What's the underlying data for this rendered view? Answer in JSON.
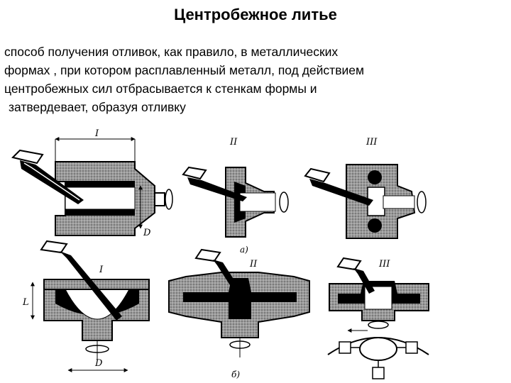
{
  "title": "Центробежное литье",
  "definition_lines": [
    "способ получения отливок, как правило, в металлических",
    "формах , при котором расплавленный металл, под действием",
    "центробежных сил  отбрасывается к стенкам формы  и",
    "затвердевает, образуя отливку"
  ],
  "figure": {
    "row_a": {
      "labels": [
        "I",
        "II",
        "III"
      ],
      "caption": "а)",
      "dim_label": "D"
    },
    "row_b": {
      "labels": [
        "I",
        "II",
        "III"
      ],
      "caption": "б)",
      "dim_label_d": "D",
      "dim_label_l": "L"
    }
  }
}
